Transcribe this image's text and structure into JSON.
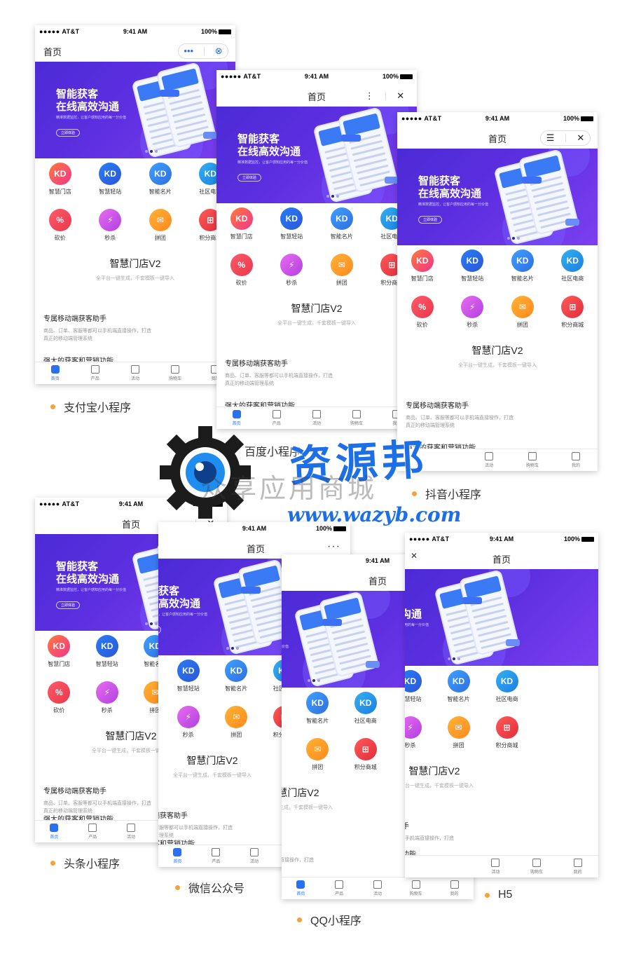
{
  "status": {
    "carrier": "●●●●● AT&T",
    "time": "9:41 AM",
    "battery": "100%"
  },
  "nav_title": "首页",
  "banner": {
    "headline": "智能获客\n在线高效沟通",
    "sub": "精准数据监控，让客户感知应用的每一分价值",
    "button": "立即体验"
  },
  "grid_row1": [
    "智慧门店",
    "智慧轻站",
    "智能名片",
    "社区电商"
  ],
  "grid_row2": [
    "砍价",
    "秒杀",
    "拼团",
    "积分商城"
  ],
  "section": {
    "title": "智慧门店V2",
    "sub": "全平台一键生成，千套模板一键导入"
  },
  "feature": {
    "title": "专属移动端获客助手",
    "desc": "商品、订单、客服等都可以手机端直接操作，打造真正的移动端管理系统",
    "next": "强大的获客和营销功能"
  },
  "tabs": [
    "首页",
    "产品",
    "活动",
    "购物车",
    "我的"
  ],
  "labels": {
    "alipay": "支付宝小程序",
    "baidu": "百度小程序",
    "douyin": "抖音小程序",
    "toutiao": "头条小程序",
    "wechat": "微信公众号",
    "qq": "QQ小程序",
    "h5": "H5"
  },
  "watermark": {
    "cn": "资源邦",
    "sub": "众享应用商城",
    "url": "www.wazyb.com"
  },
  "colors": {
    "accent": "#2b6ff2",
    "banner": "#5d2fe0",
    "dot": "#f6a23a"
  }
}
